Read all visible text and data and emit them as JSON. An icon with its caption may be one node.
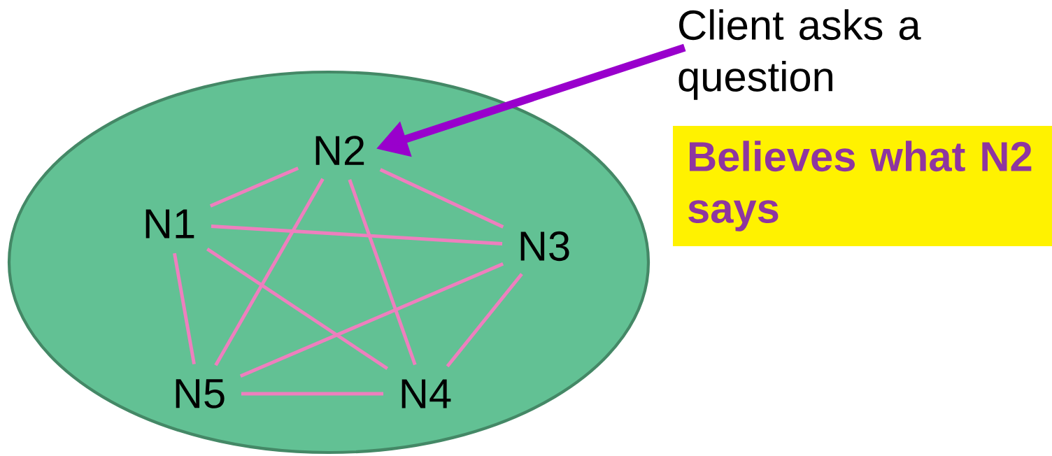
{
  "diagram": {
    "nodes": [
      {
        "text": [],
        "shape": "ellipse"
      },
      {
        "text": [
          "N2"
        ],
        "in": 0
      },
      {
        "text": [
          "N1"
        ],
        "in": 0
      },
      {
        "text": [
          "N3"
        ],
        "in": 0
      },
      {
        "text": [
          "N5"
        ],
        "in": 0
      },
      {
        "text": [
          "N4"
        ],
        "in": 0
      },
      {
        "text": [
          "Client asks a question"
        ]
      },
      {
        "text": [
          "Believes what N2 says"
        ]
      }
    ],
    "edges": [
      {
        "from": 6,
        "to": 1,
        "arrow": "to",
        "style": "thick",
        "color": "#9900cc"
      },
      {
        "from": 2,
        "to": 1,
        "arrow": "none"
      },
      {
        "from": 1,
        "to": 3,
        "arrow": "none"
      },
      {
        "from": 2,
        "to": 3,
        "arrow": "none"
      },
      {
        "from": 2,
        "to": 5,
        "arrow": "none"
      },
      {
        "from": 2,
        "to": 4,
        "arrow": "none"
      },
      {
        "from": 1,
        "to": 4,
        "arrow": "none"
      },
      {
        "from": 1,
        "to": 5,
        "arrow": "none"
      },
      {
        "from": 3,
        "to": 4,
        "arrow": "none"
      },
      {
        "from": 3,
        "to": 5,
        "arrow": "none"
      },
      {
        "from": 4,
        "to": 5,
        "arrow": "none"
      }
    ]
  }
}
